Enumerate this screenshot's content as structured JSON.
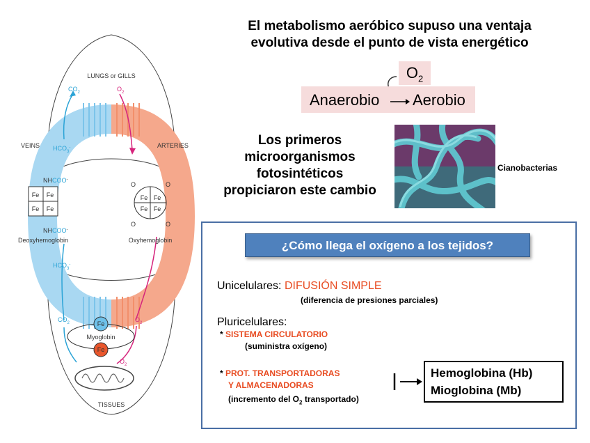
{
  "header": {
    "title_line1": "El metabolismo aeróbico supuso una ventaja",
    "title_line2": "evolutiva desde el punto de vista energético"
  },
  "transition": {
    "o2": "O",
    "o2_sub": "2",
    "anaerobio": "Anaerobio",
    "aerobio": "Aerobio"
  },
  "primeros": {
    "line1": "Los primeros",
    "line2": "microorganismos",
    "line3": "fotosintéticos",
    "line4": "propiciaron este cambio"
  },
  "cianobacterias_label": "Cianobacterias",
  "panel": {
    "question": "¿Cómo llega el oxígeno a los tejidos?",
    "uni_label": "Unicelulares:",
    "uni_value": "DIFUSIÓN SIMPLE",
    "uni_note": "(diferencia de presiones parciales)",
    "pluri_label": "Pluricelulares:",
    "bullet": "*",
    "sistema": "SISTEMA CIRCULATORIO",
    "sistema_note": "(suministra oxígeno)",
    "prot_line1": "PROT. TRANSPORTADORAS",
    "prot_line2": "Y ALMACENADORAS",
    "prot_note_pre": "(incremento del O",
    "prot_note_sub": "2",
    "prot_note_post": " transportado)",
    "hb": "Hemoglobina (Hb)",
    "mb": "Mioglobina (Mb)"
  },
  "diagram": {
    "lungs": "LUNGS or GILLS",
    "tissues": "TISSUES",
    "veins": "VEINS",
    "arteries": "ARTERIES",
    "co2": "CO",
    "o2": "O",
    "hco3": "HCO",
    "nhcoo": "NH",
    "coo": "COO",
    "fe": "Fe",
    "deoxy": "Deoxyhemoglobin",
    "oxy": "Oxyhemoglobin",
    "myoglobin": "Myoglobin",
    "o2_sub": "2",
    "minus": "-",
    "co2_sub": "2",
    "hco3_sub": "3"
  },
  "colors": {
    "vein_blue": "#a9d8f2",
    "artery_salmon": "#f5a88c",
    "co2_blue": "#2aa3d6",
    "o2_magenta": "#d6247c",
    "panel_border": "#4a6fa5",
    "question_bg": "#4f81bd",
    "accent_red": "#e84c22",
    "pink_box": "#f6dcdc"
  }
}
